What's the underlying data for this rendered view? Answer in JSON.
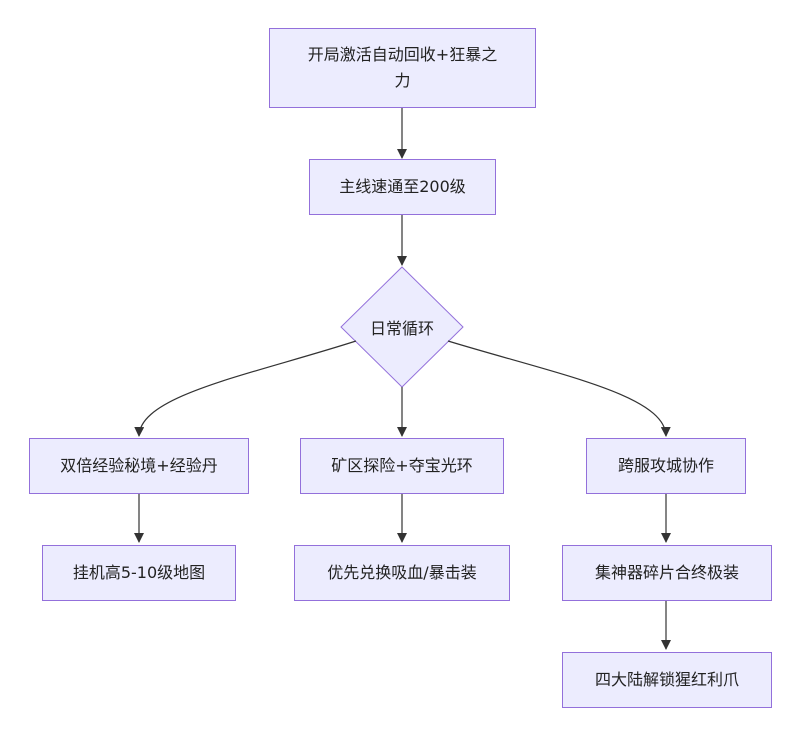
{
  "nodes": {
    "start": "开局激活自动回收+狂暴之力",
    "mainline": "主线速通至200级",
    "daily": "日常循环",
    "exp": "双倍经验秘境+经验丹",
    "mine": "矿区探险+夺宝光环",
    "cross": "跨服攻城协作",
    "afk": "挂机高5-10级地图",
    "exchange": "优先兑换吸血/暴击装",
    "shards": "集神器碎片合终极装",
    "unlock": "四大陆解锁猩红利爪"
  },
  "colors": {
    "node_fill": "#ececfe",
    "node_border": "#9370db",
    "edge": "#333333"
  }
}
